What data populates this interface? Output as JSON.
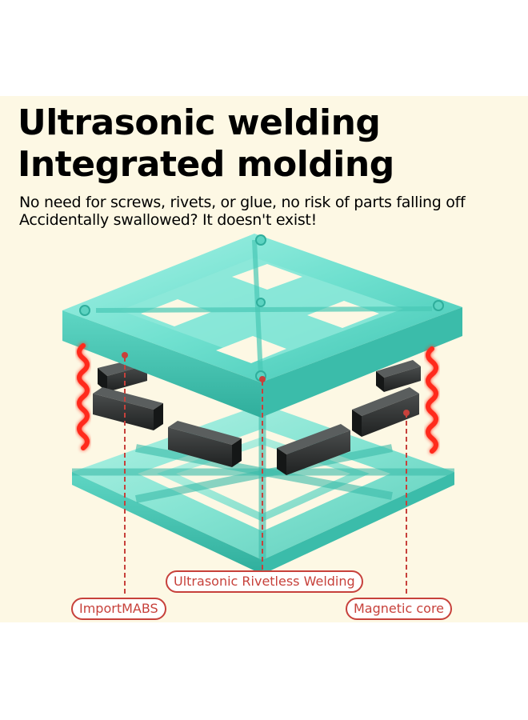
{
  "headline": {
    "line1": "Ultrasonic welding",
    "line2": "Integrated molding"
  },
  "subline": {
    "line1": "No need for screws, rivets, or glue, no risk of parts falling off",
    "line2": "Accidentally swallowed? It doesn't exist!"
  },
  "callouts": {
    "welding": "Ultrasonic Rivetless Welding",
    "abs": "ImportMABS",
    "core": "Magnetic core"
  },
  "colors": {
    "background": "#fdf8e4",
    "tile": "#6fe0cf",
    "magnet": "#2e3030",
    "accent": "#c7413b",
    "wave": "#ff2a1a"
  },
  "icons": {
    "wave": "welding-heat-wave-icon",
    "tile": "magnetic-tile-icon",
    "magnet": "magnet-bar-icon"
  }
}
